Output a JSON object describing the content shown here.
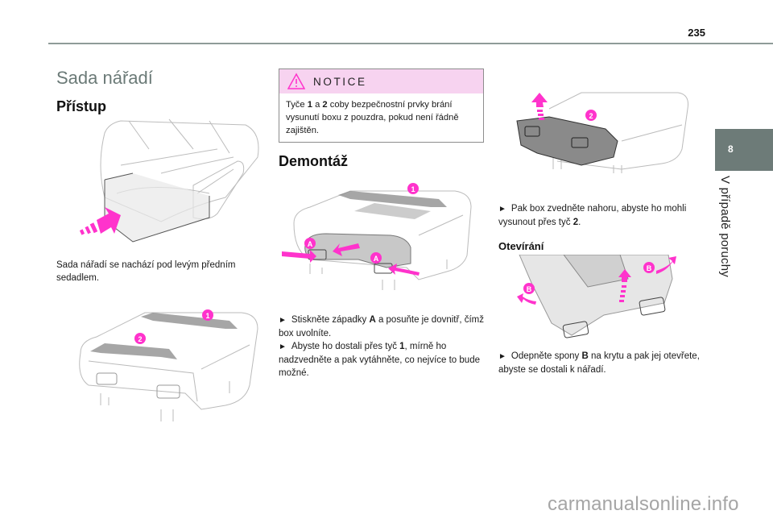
{
  "header": {
    "page_number": "235"
  },
  "chapter": {
    "number": "8",
    "title": "V případě poruchy"
  },
  "left_column": {
    "section_title": "Sada nářadí",
    "heading": "Přístup",
    "illustration_1": {
      "description": "seat-with-toolbox-underneath",
      "arrow_color": "#ff33cc"
    },
    "paragraph": "Sada nářadí se nachází pod levým předním sedadlem.",
    "illustration_2": {
      "description": "toolbox-in-holder",
      "labels": [
        "1",
        "2"
      ]
    }
  },
  "middle_column": {
    "notice": {
      "label": "NOTICE",
      "icon": "warning-triangle-icon",
      "text_parts": [
        {
          "t": "Tyče ",
          "b": false
        },
        {
          "t": "1",
          "b": true
        },
        {
          "t": " a ",
          "b": false
        },
        {
          "t": "2",
          "b": true
        },
        {
          "t": " coby bezpečnostní prvky brání vysunutí boxu z pouzdra, pokud není řádně zajištěn.",
          "b": false
        }
      ]
    },
    "heading": "Demontáž",
    "illustration": {
      "description": "press-latches-a",
      "labels": [
        "1",
        "A",
        "A"
      ]
    },
    "steps": [
      {
        "parts": [
          {
            "t": "Stiskněte západky ",
            "b": false
          },
          {
            "t": "A",
            "b": true
          },
          {
            "t": " a posuňte je dovnitř, čímž box uvolníte.",
            "b": false
          }
        ]
      },
      {
        "parts": [
          {
            "t": "Abyste ho dostali přes tyč ",
            "b": false
          },
          {
            "t": "1",
            "b": true
          },
          {
            "t": ", mírně ho nadzvedněte a pak vytáhněte, co nejvíce to bude možné.",
            "b": false
          }
        ]
      }
    ]
  },
  "right_column": {
    "illustration_1": {
      "description": "lift-box-over-bar-2",
      "labels": [
        "2"
      ]
    },
    "step_1": {
      "parts": [
        {
          "t": "Pak box zvedněte nahoru, abyste ho mohli vysunout přes tyč ",
          "b": false
        },
        {
          "t": "2",
          "b": true
        },
        {
          "t": ".",
          "b": false
        }
      ]
    },
    "heading": "Otevírání",
    "illustration_2": {
      "description": "unclip-cover-b",
      "labels": [
        "B",
        "B"
      ]
    },
    "step_2": {
      "parts": [
        {
          "t": "Odepněte spony ",
          "b": false
        },
        {
          "t": "B",
          "b": true
        },
        {
          "t": " na krytu a pak jej otevřete, abyste se dostali k nářadí.",
          "b": false
        }
      ]
    }
  },
  "bullet_glyph": "►",
  "colors": {
    "accent": "#ff33cc",
    "chapter_tab": "#6d7b78",
    "notice_bg": "#f7d3f0"
  },
  "watermark": "carmanualsonline.info"
}
